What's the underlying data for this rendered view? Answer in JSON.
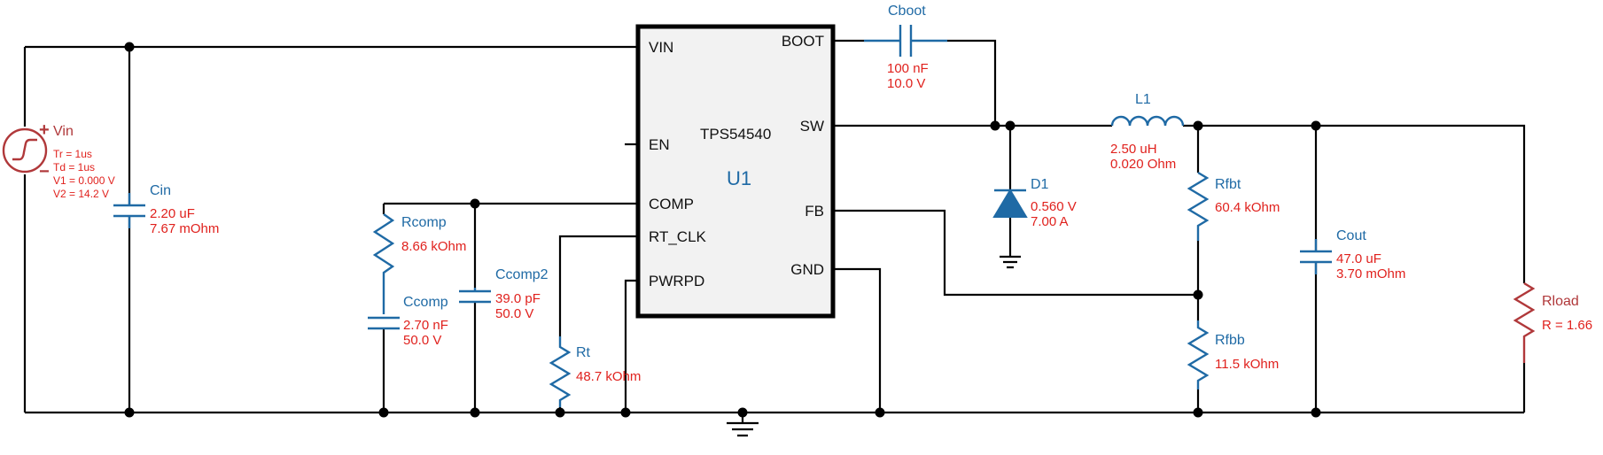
{
  "ic": {
    "ref": "U1",
    "part": "TPS54540",
    "pins": {
      "vin": "VIN",
      "en": "EN",
      "comp": "COMP",
      "rt_clk": "RT_CLK",
      "pwrpd": "PWRPD",
      "boot": "BOOT",
      "sw": "SW",
      "fb": "FB",
      "gnd": "GND"
    }
  },
  "source": {
    "ref": "Vin",
    "tr": "Tr = 1us",
    "td": "Td = 1us",
    "v1": "V1 = 0.000 V",
    "v2": "V2 = 14.2 V",
    "plus": "+",
    "minus": "−"
  },
  "components": {
    "cin": {
      "ref": "Cin",
      "v1": "2.20 uF",
      "v2": "7.67 mOhm"
    },
    "rcomp": {
      "ref": "Rcomp",
      "v1": "8.66 kOhm"
    },
    "ccomp": {
      "ref": "Ccomp",
      "v1": "2.70 nF",
      "v2": "50.0 V"
    },
    "ccomp2": {
      "ref": "Ccomp2",
      "v1": "39.0 pF",
      "v2": "50.0 V"
    },
    "rt": {
      "ref": "Rt",
      "v1": "48.7 kOhm"
    },
    "cboot": {
      "ref": "Cboot",
      "v1": "100 nF",
      "v2": "10.0 V"
    },
    "d1": {
      "ref": "D1",
      "v1": "0.560 V",
      "v2": "7.00 A"
    },
    "l1": {
      "ref": "L1",
      "v1": "2.50 uH",
      "v2": "0.020 Ohm"
    },
    "rfbt": {
      "ref": "Rfbt",
      "v1": "60.4 kOhm"
    },
    "rfbb": {
      "ref": "Rfbb",
      "v1": "11.5 kOhm"
    },
    "cout": {
      "ref": "Cout",
      "v1": "47.0 uF",
      "v2": "3.70 mOhm"
    },
    "rload": {
      "ref": "Rload",
      "v1": "R = 1.66"
    }
  },
  "colors": {
    "wire": "#000000",
    "component": "#1f6aa5",
    "load": "#b0383a",
    "value_text": "#e0211d",
    "ic_fill": "#f2f2f2"
  }
}
